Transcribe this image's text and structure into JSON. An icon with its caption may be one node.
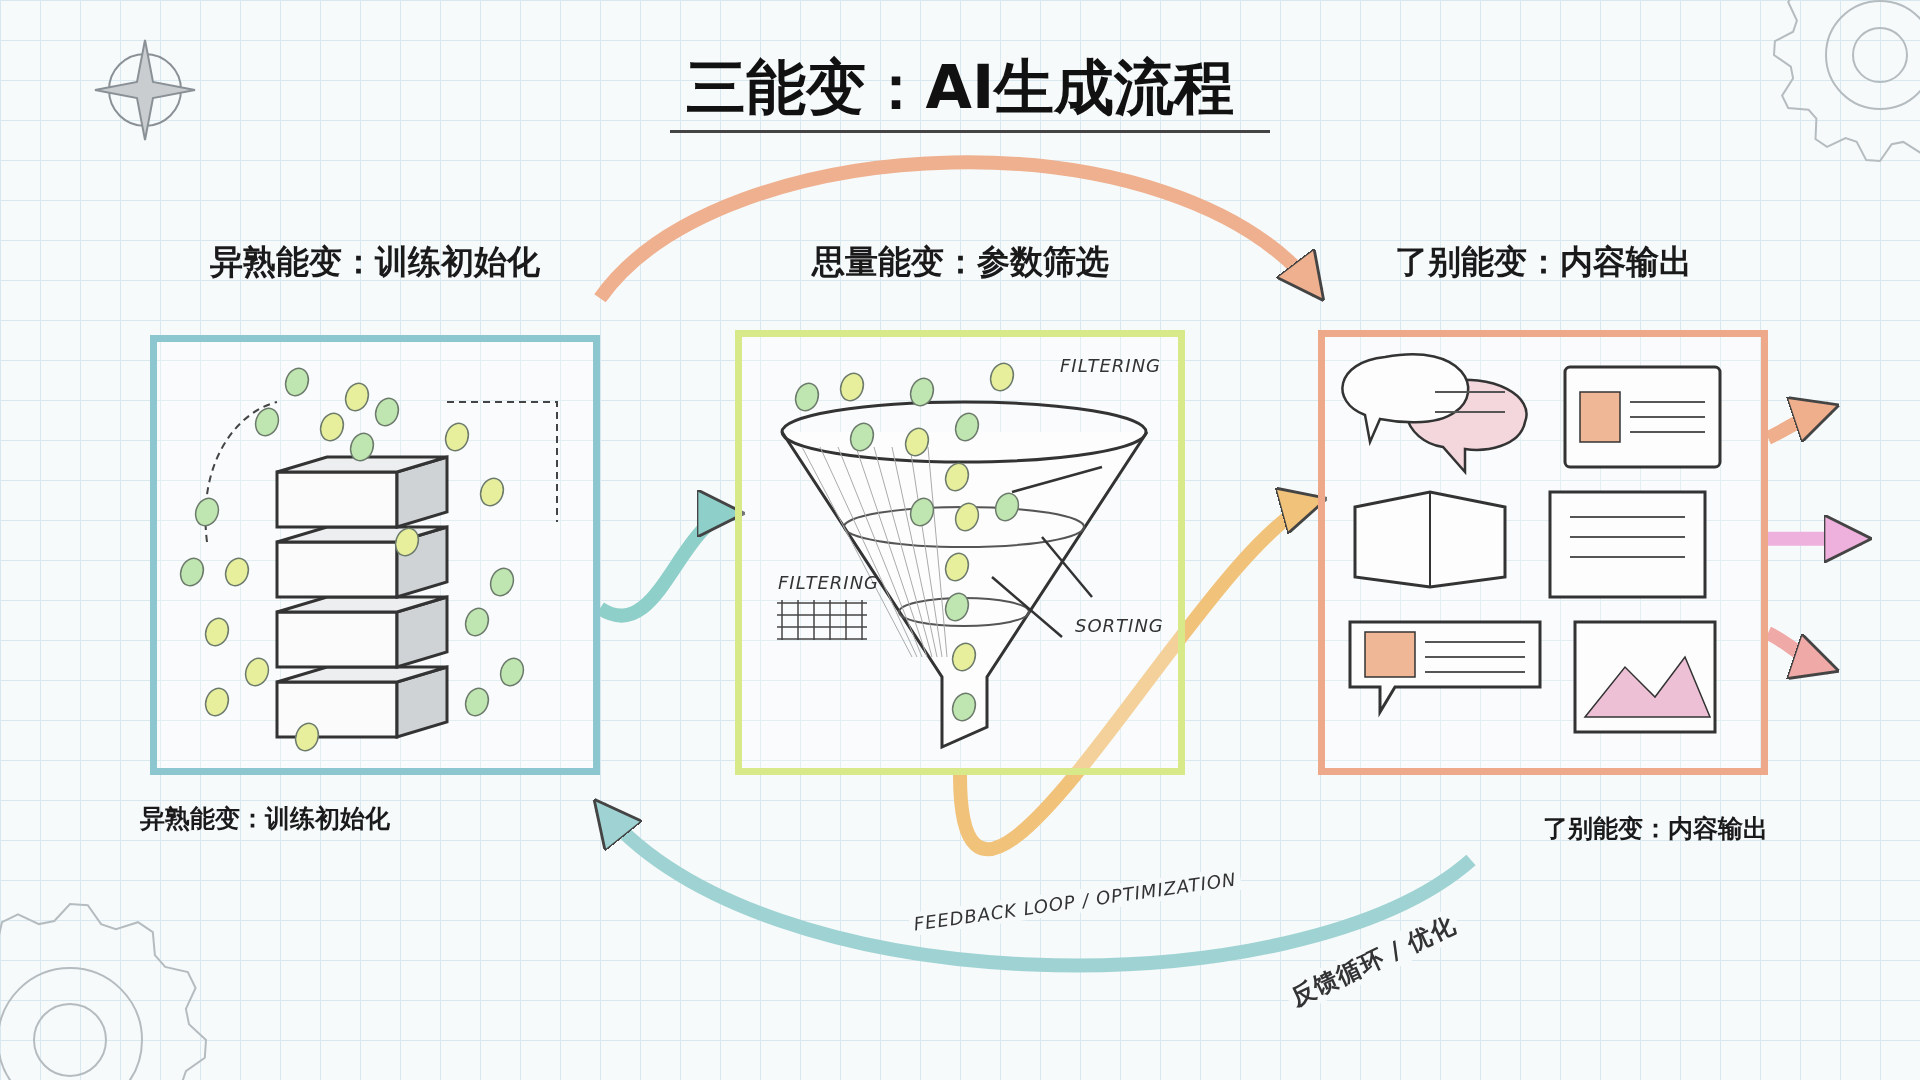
{
  "diagram": {
    "title": "三能变：AI生成流程",
    "nodes": [
      {
        "text": [
          "异熟能变：训练初始化"
        ],
        "beside": [
          "异熟能变：训练初始化"
        ]
      },
      {
        "text": [
          "思量能变：参数筛选"
        ]
      },
      {
        "text": [
          "了别能变：内容输出"
        ],
        "beside": [
          "了别能变：内容输出"
        ]
      }
    ],
    "edges": [
      {
        "from": 0,
        "to": 1,
        "arrow": "to",
        "color": "#8fcfc9"
      },
      {
        "from": 1,
        "to": 2,
        "arrow": "to",
        "color": "#f1c27a"
      },
      {
        "from": 0,
        "to": 2,
        "arrow": "to",
        "color": "#eeb08e"
      },
      {
        "from": 2,
        "to": 0,
        "arrow": "to",
        "color": "#9fd3d3",
        "label": "FEEDBACK LOOP / OPTIMIZATION"
      },
      {
        "from": 2,
        "to": null,
        "arrow": "to",
        "color": "#efae8c"
      },
      {
        "from": 2,
        "to": null,
        "arrow": "to",
        "color": "#eeb0dc"
      },
      {
        "from": 2,
        "to": null,
        "arrow": "to",
        "color": "#efa9a6"
      }
    ],
    "labels": [
      "FILTERING",
      "FILTERING",
      "SORTING",
      "反馈循环 / 优化"
    ]
  }
}
